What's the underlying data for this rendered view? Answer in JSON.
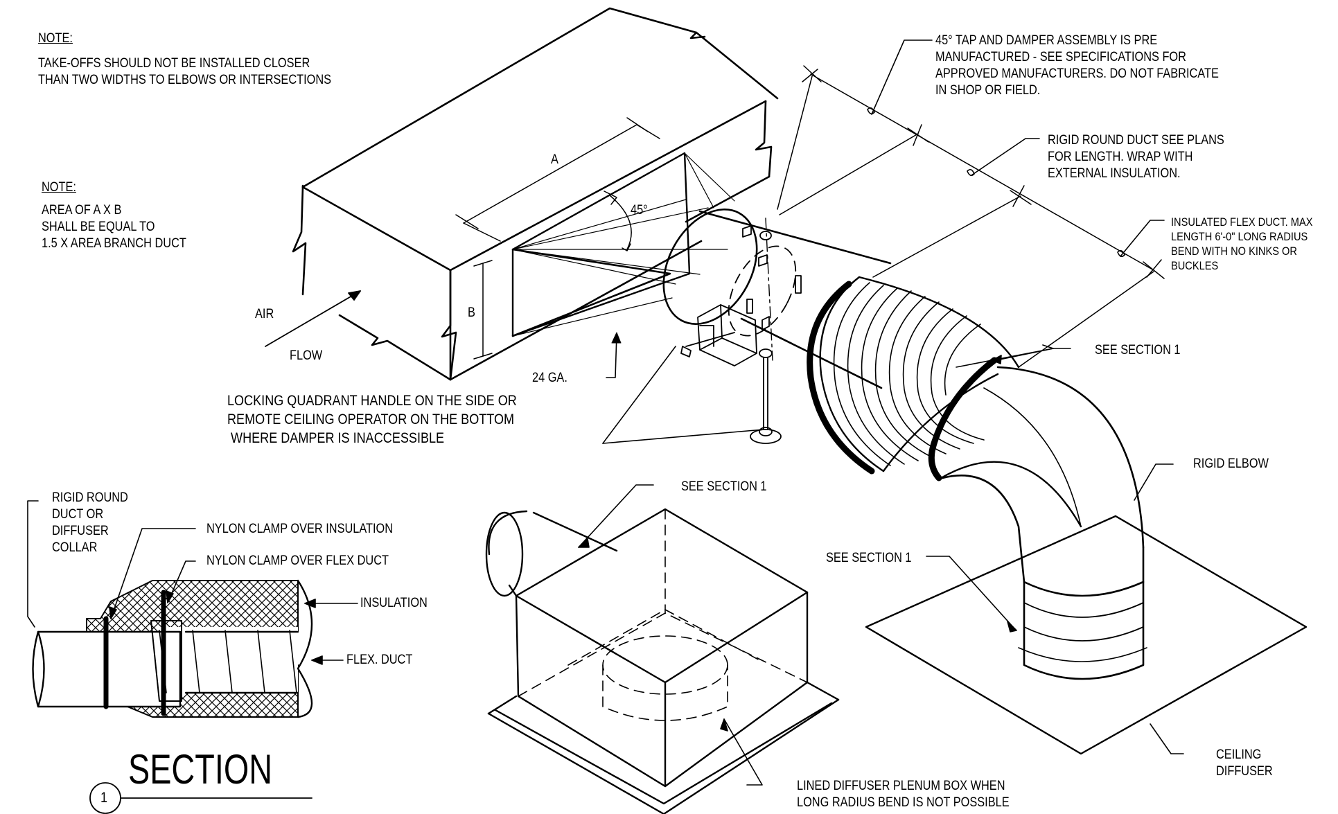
{
  "notes": {
    "note1_heading": "NOTE:",
    "note1_text": "TAKE-OFFS SHOULD NOT BE INSTALLED CLOSER\nTHAN TWO WIDTHS TO ELBOWS OR INTERSECTIONS",
    "note2_heading": "NOTE:",
    "note2_text": "AREA OF A X B\nSHALL BE EQUAL TO\n1.5 X AREA BRANCH DUCT"
  },
  "dimensions": {
    "a": "A",
    "b": "B",
    "angle": "45°",
    "gauge": "24 GA."
  },
  "flow": {
    "air": "AIR",
    "flow": "FLOW"
  },
  "callouts": {
    "tap_damper": "45° TAP AND DAMPER ASSEMBLY IS PRE\nMANUFACTURED - SEE SPECIFICATIONS FOR\nAPPROVED MANUFACTURERS. DO NOT FABRICATE\nIN SHOP OR FIELD.",
    "rigid_round": "RIGID ROUND DUCT SEE PLANS\nFOR LENGTH. WRAP WITH\nEXTERNAL INSULATION.",
    "flex_duct": "INSULATED FLEX DUCT. MAX\nLENGTH 6'-0\" LONG RADIUS\nBEND WITH NO KINKS OR\nBUCKLES",
    "see_section_right": "SEE SECTION 1",
    "locking_quadrant": "LOCKING QUADRANT HANDLE ON THE SIDE OR\nREMOTE CEILING OPERATOR ON THE BOTTOM\n WHERE DAMPER IS INACCESSIBLE",
    "rigid_elbow": "RIGID ELBOW",
    "see_section_plenum": "SEE SECTION 1",
    "see_section_elbow": "SEE SECTION 1",
    "ceiling_diffuser": "CEILING\nDIFFUSER",
    "plenum_box": "LINED DIFFUSER PLENUM BOX WHEN\nLONG RADIUS BEND IS NOT POSSIBLE"
  },
  "section": {
    "rigid_round_collar": "RIGID ROUND\nDUCT OR\nDIFFUSER\nCOLLAR",
    "nylon_insulation": "NYLON CLAMP OVER INSULATION",
    "nylon_flex": "NYLON CLAMP OVER FLEX DUCT",
    "insulation": "INSULATION",
    "flex_duct": "FLEX. DUCT",
    "title": "SECTION",
    "number": "1"
  }
}
